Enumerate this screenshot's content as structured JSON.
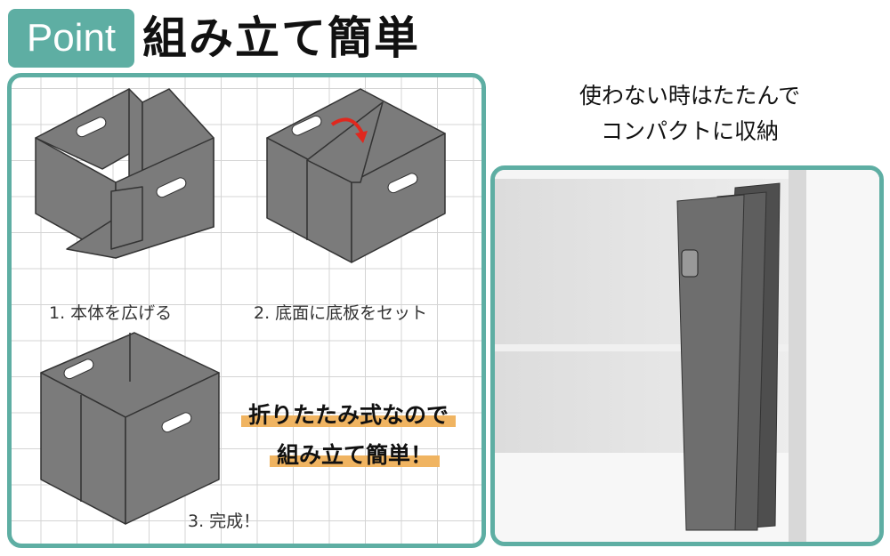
{
  "header": {
    "badge": "Point",
    "title": "組み立て簡単"
  },
  "steps": [
    {
      "label": "1. 本体を広げる"
    },
    {
      "label": "2. 底面に底板をセット"
    },
    {
      "label": "3. 完成！"
    }
  ],
  "highlight": {
    "line1": "折りたたみ式なので",
    "line2": "組み立て簡単！"
  },
  "right": {
    "caption_line1": "使わない時はたたんで",
    "caption_line2": "コンパクトに収納"
  },
  "colors": {
    "accent": "#5eaea3",
    "highlight": "#f0b461",
    "box": "#7b7b7b",
    "arrow": "#e0281e"
  }
}
